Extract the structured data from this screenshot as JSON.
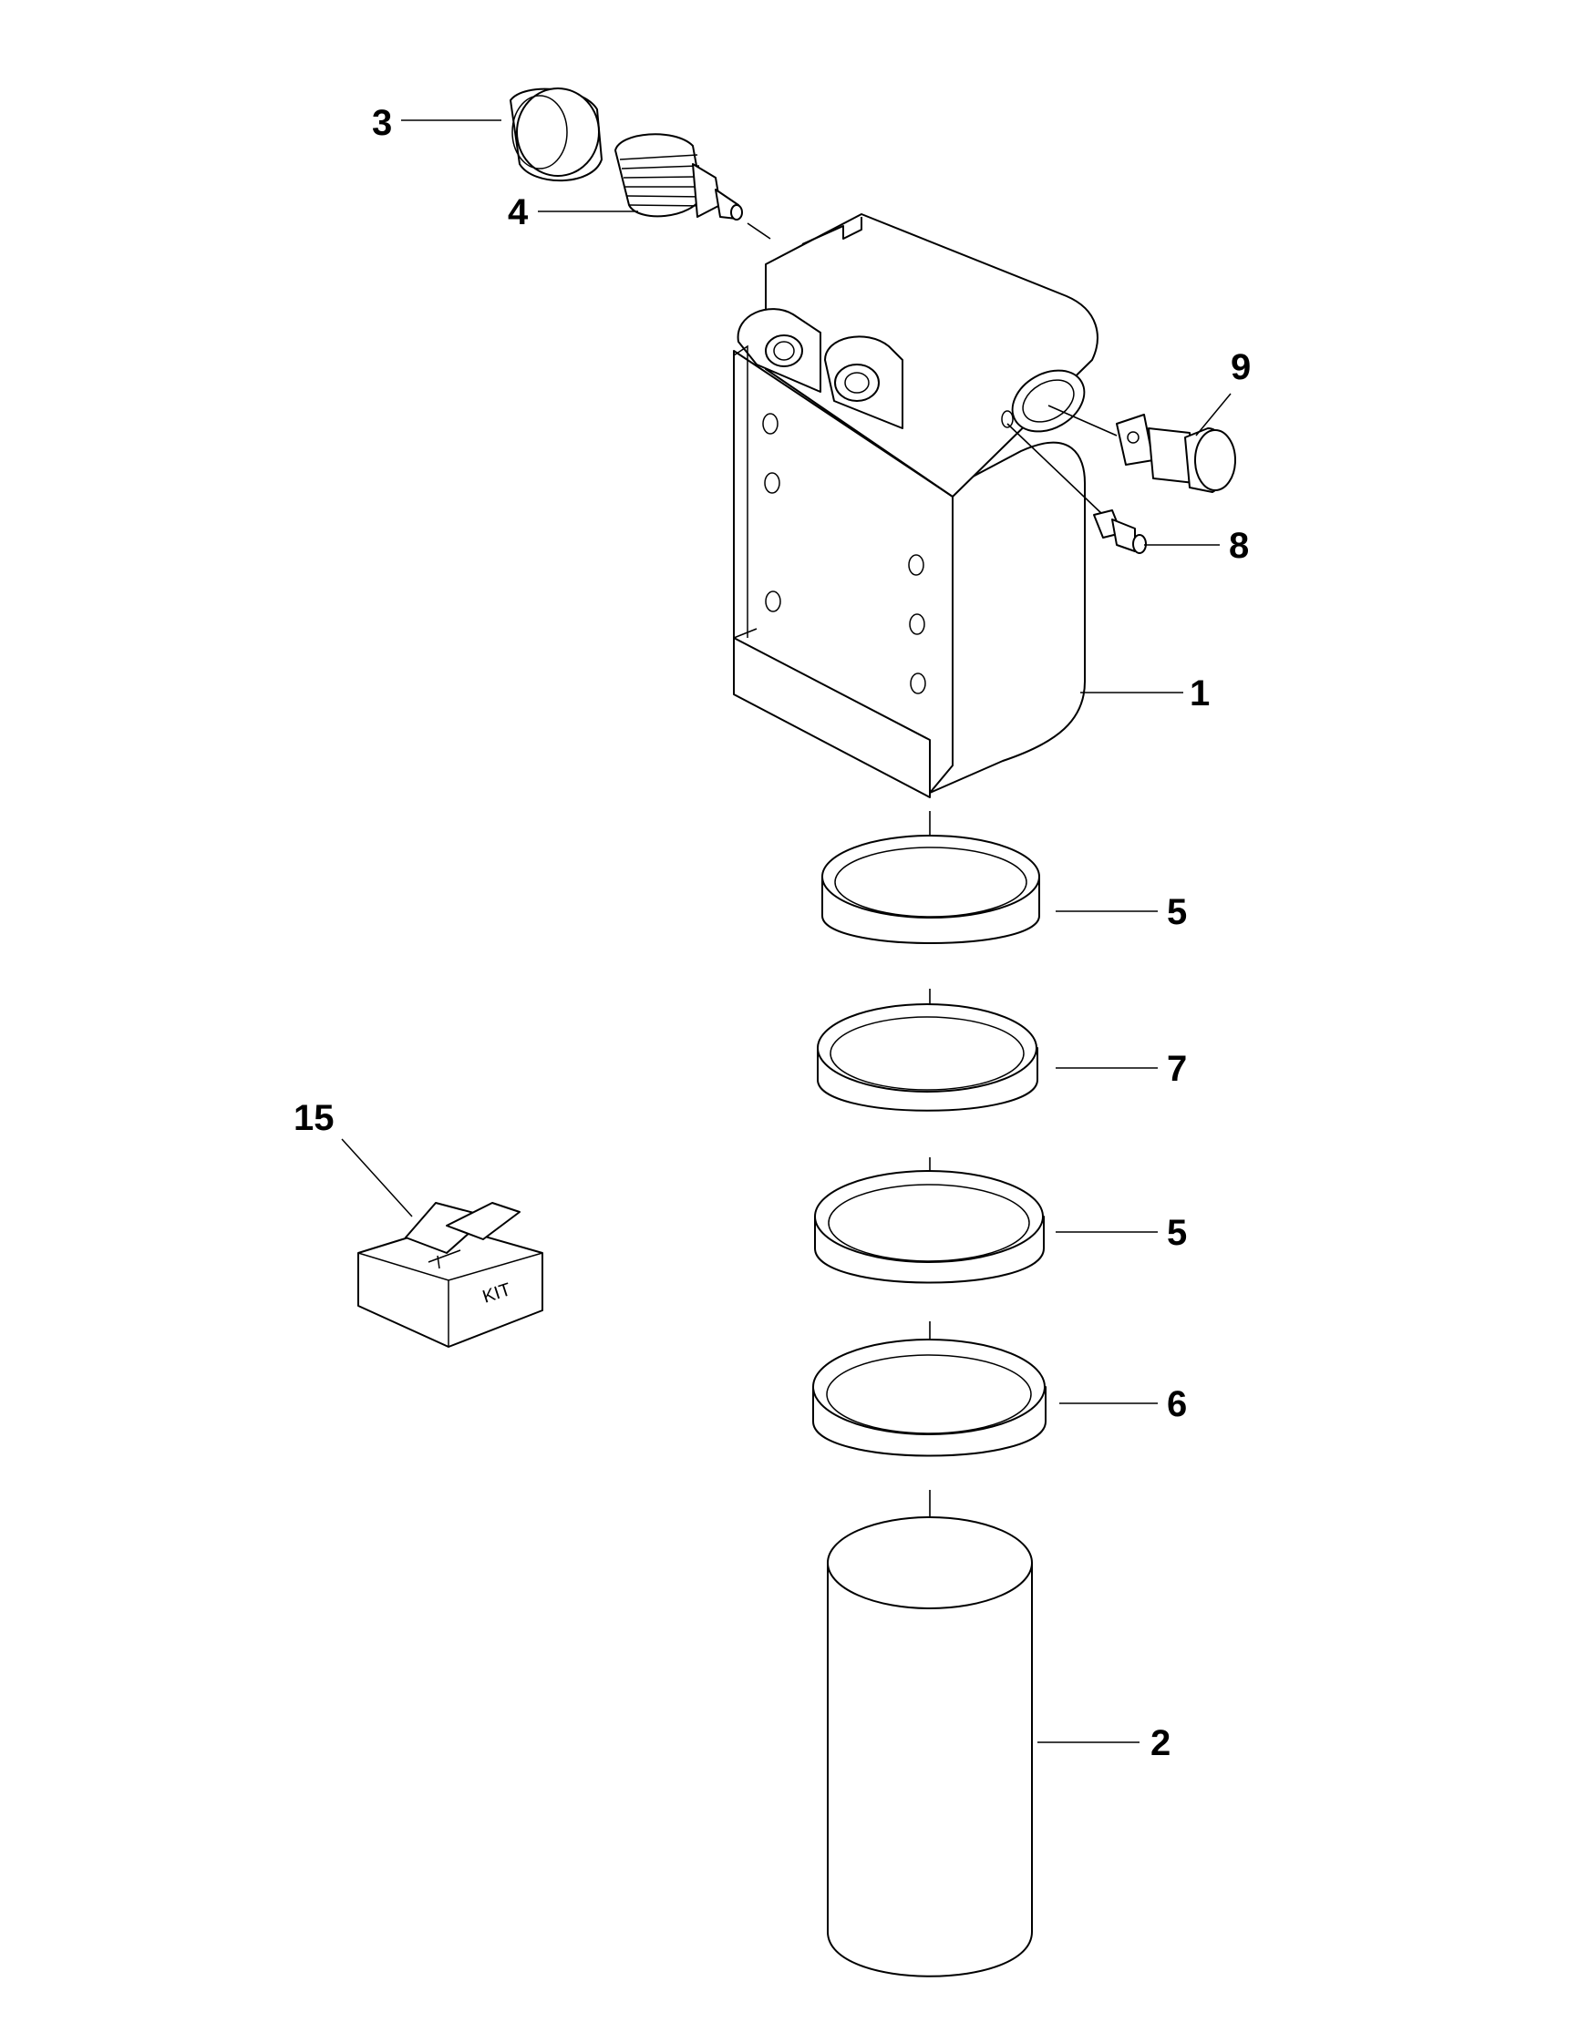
{
  "callouts": {
    "housing": "1",
    "filter_element": "2",
    "cap": "3",
    "indicator": "4",
    "ring_upper": "5",
    "ring_lower": "5",
    "seal_ring": "6",
    "backup_ring": "7",
    "fitting_small": "8",
    "valve_fitting": "9",
    "kit": "15"
  },
  "kit_box_label": "KIT",
  "colors": {
    "line": "#000000",
    "background": "#ffffff"
  }
}
